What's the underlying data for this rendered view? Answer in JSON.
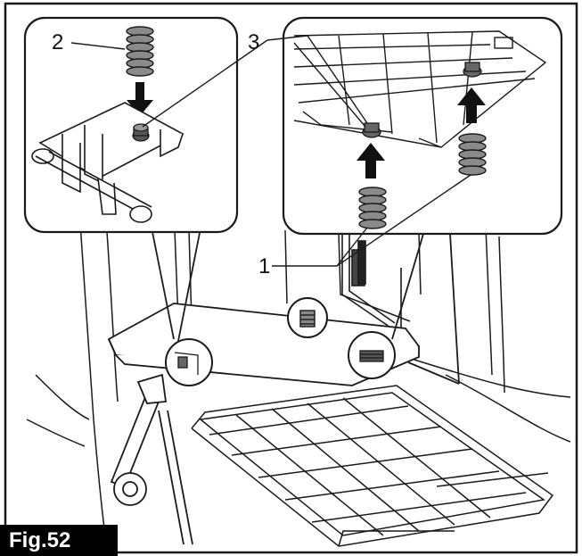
{
  "figure": {
    "label": "Fig.52",
    "callouts": {
      "spring": "1",
      "spring_top": "2",
      "nub": "3"
    }
  },
  "colors": {
    "line": "#1a1a1a",
    "spring_fill": "#7a7a7a",
    "arrow": "#111111",
    "label_bg": "#000000",
    "label_text": "#ffffff"
  }
}
